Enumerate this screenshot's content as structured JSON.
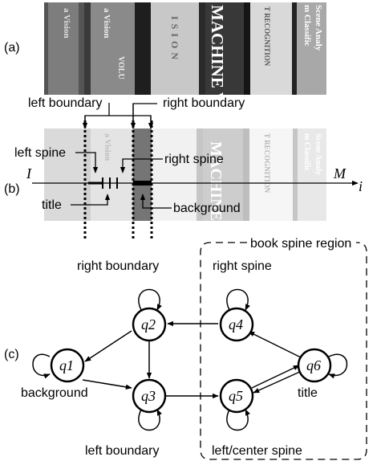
{
  "panels": {
    "a": "(a)",
    "b": "(b)",
    "c": "(c)"
  },
  "panel_a": {
    "spine_texts": [
      "a Vision",
      "VOLU",
      "ISION",
      "MACHINE V",
      "T RECOGNITION",
      "m Classific",
      "Scene Analy"
    ]
  },
  "panel_b": {
    "labels": {
      "left_boundary": "left boundary",
      "right_boundary": "right boundary",
      "left_spine": "left spine",
      "right_spine": "right spine",
      "title": "title",
      "background": "background"
    },
    "axis": {
      "start": "I",
      "end": "M",
      "var": "i"
    }
  },
  "panel_c": {
    "region_label": "book spine region",
    "states": {
      "q1": "q1",
      "q2": "q2",
      "q3": "q3",
      "q4": "q4",
      "q5": "q5",
      "q6": "q6"
    },
    "state_labels": {
      "q1": "background",
      "q2": "right boundary",
      "q3": "left boundary",
      "q4": "right spine",
      "q5": "left/center spine",
      "q6": "title"
    }
  }
}
